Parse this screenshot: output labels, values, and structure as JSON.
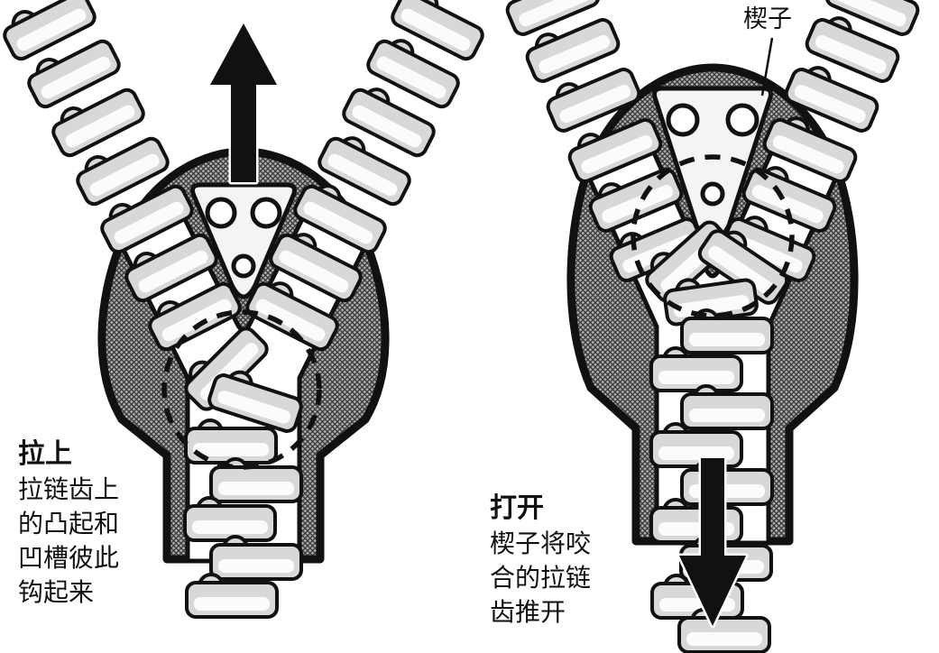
{
  "panels": {
    "left": {
      "title": "拉上",
      "description": "拉链齿上\n的凸起和\n凹槽彼此\n钩起来"
    },
    "right": {
      "title": "打开",
      "description": "楔子将咬\n合的拉链\n齿推开"
    }
  },
  "callout": {
    "label": "楔子"
  },
  "icons": {
    "up_arrow": "pull-direction-up-arrow",
    "down_arrow": "push-direction-down-arrow",
    "dashed_circle": "focus-highlight-circle"
  },
  "colors": {
    "ink": "#111111",
    "tooth_fill": "#d8d8d8",
    "wedge_fill": "#f4f4f4",
    "slider_texture_base": "#b0b0b0",
    "slider_texture_line": "#3c3c3c",
    "background": "#ffffff"
  }
}
